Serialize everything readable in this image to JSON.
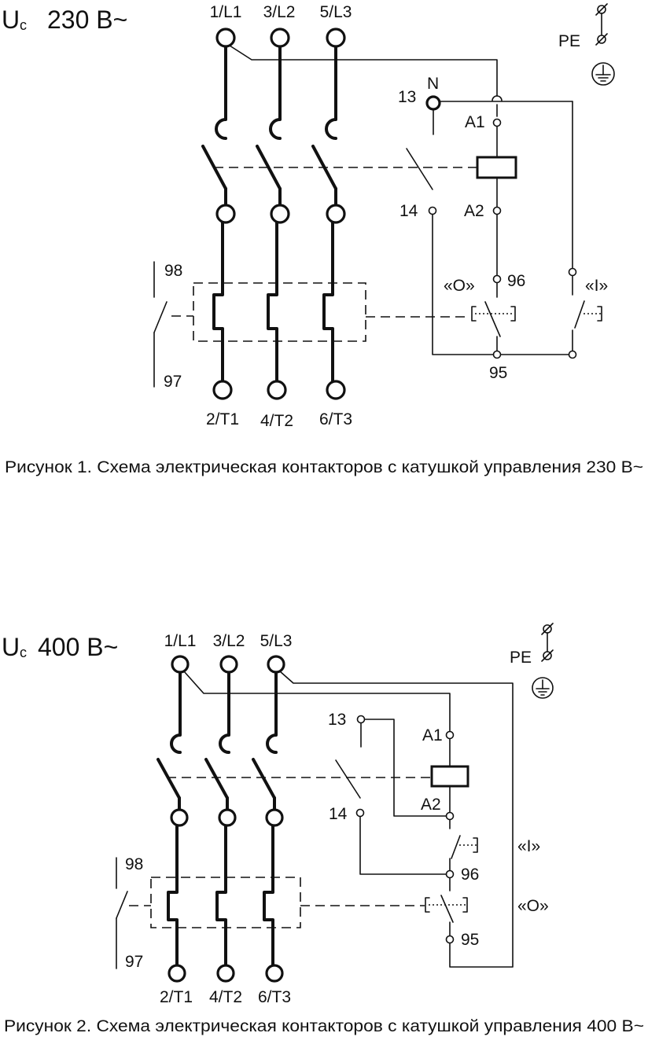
{
  "figure1": {
    "supply_prefix": "U",
    "supply_sub": "c",
    "supply_value": "230 В~",
    "line_terminals": [
      "1/L1",
      "3/L2",
      "5/L3"
    ],
    "load_terminals": [
      "2/T1",
      "4/T2",
      "6/T3"
    ],
    "pe_label": "PE",
    "aux_labels": {
      "t13": "13",
      "neutral": "N",
      "t14": "14",
      "a1": "A1",
      "a2": "A2",
      "t95": "95",
      "t96": "96",
      "t97": "97",
      "t98": "98",
      "off": "«O»",
      "on": "«I»"
    },
    "caption": "Рисунок 1. Схема электрическая контакторов с катушкой управления 230 В~"
  },
  "figure2": {
    "supply_prefix": "U",
    "supply_sub": "c",
    "supply_value": "400 В~",
    "line_terminals": [
      "1/L1",
      "3/L2",
      "5/L3"
    ],
    "load_terminals": [
      "2/T1",
      "4/T2",
      "6/T3"
    ],
    "pe_label": "PE",
    "aux_labels": {
      "t13": "13",
      "t14": "14",
      "a1": "A1",
      "a2": "A2",
      "t95": "95",
      "t96": "96",
      "t97": "97",
      "t98": "98",
      "off": "«O»",
      "on": "«I»"
    },
    "caption": "Рисунок 2. Схема электрическая контакторов с катушкой управления 400 В~"
  },
  "icons": {
    "pe": "ground-symbol-icon",
    "screw_terminal": "pe-terminal-icon"
  },
  "colors": {
    "ink": "#111111",
    "background": "#ffffff"
  }
}
